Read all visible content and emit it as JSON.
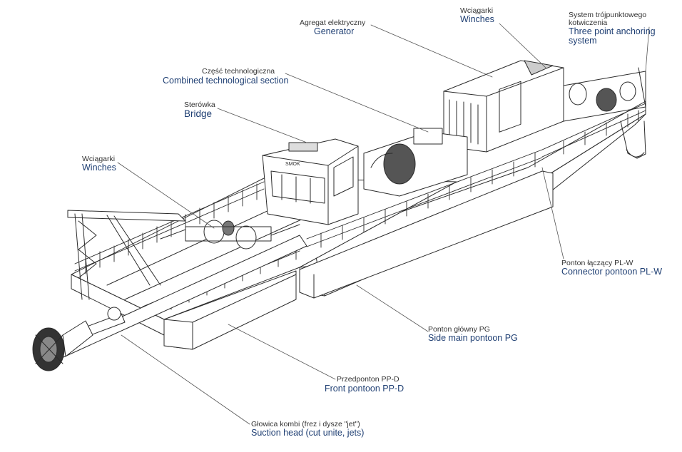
{
  "colors": {
    "line": "#2b2b2b",
    "polish_text": "#333333",
    "english_text": "#1f3f73",
    "background": "#ffffff"
  },
  "labels": {
    "generator": {
      "pl": "Agregat elektryczny",
      "en": "Generator"
    },
    "winches_top": {
      "pl": "Wciągarki",
      "en": "Winches"
    },
    "anchoring": {
      "pl_line1": "System trójpunktowego",
      "pl_line2": "kotwiczenia",
      "en_line1": "Three point anchoring",
      "en_line2": "system"
    },
    "combined_section": {
      "pl": "Część technologiczna",
      "en": "Combined technological section"
    },
    "bridge": {
      "pl": "Sterówka",
      "en": "Bridge"
    },
    "winches_left": {
      "pl": "Wciągarki",
      "en": "Winches"
    },
    "connector_pontoon": {
      "pl": "Ponton łączący PL-W",
      "en": "Connector pontoon PL-W"
    },
    "side_pontoon": {
      "pl": "Ponton główny PG",
      "en": "Side main pontoon PG"
    },
    "front_pontoon": {
      "pl": "Przedponton PP-D",
      "en": "Front pontoon PP-D"
    },
    "suction_head": {
      "pl": "Głowica kombi  (frez i dysze \"jet\")",
      "en": "Suction head (cut unite, jets)"
    }
  },
  "cabin_sign": "SMOK"
}
